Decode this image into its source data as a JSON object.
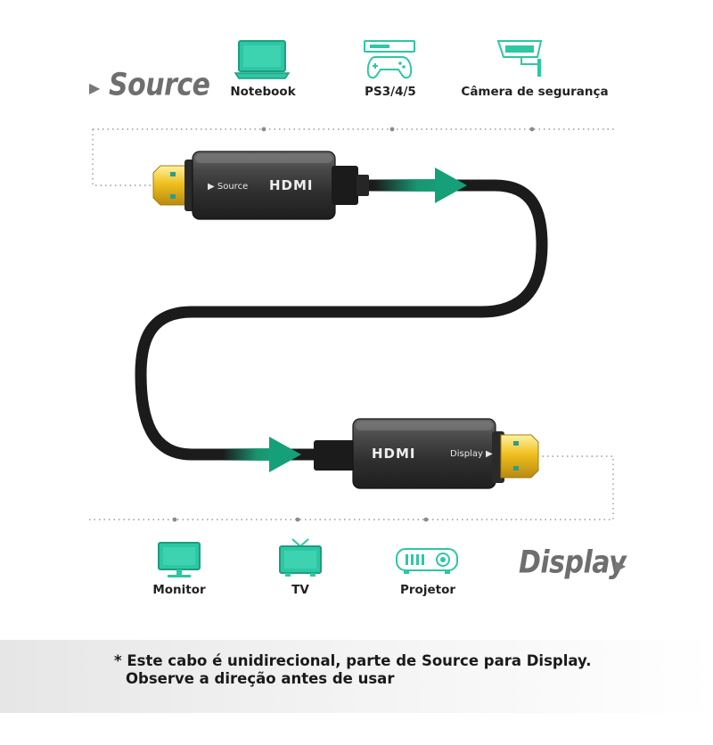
{
  "source": {
    "heading": "Source",
    "devices": [
      {
        "label": "Notebook",
        "icon": "laptop-icon"
      },
      {
        "label": "PS3/4/5",
        "icon": "game-console-icon"
      },
      {
        "label": "Câmera de segurança",
        "icon": "security-camera-icon"
      }
    ]
  },
  "display": {
    "heading": "Display",
    "devices": [
      {
        "label": "Monitor",
        "icon": "monitor-icon"
      },
      {
        "label": "TV",
        "icon": "tv-icon"
      },
      {
        "label": "Projetor",
        "icon": "projector-icon"
      }
    ]
  },
  "cable": {
    "top_connector": {
      "tag": "Source",
      "brand": "HDMI"
    },
    "bottom_connector": {
      "tag": "Display",
      "brand": "HDMI"
    }
  },
  "note": {
    "line1": "* Este cabo é unidirecional, parte de Source para Display.",
    "line2": "Observe a direção antes de usar"
  },
  "colors": {
    "icon_teal": "#2dc7a4",
    "arrow_green": "#1aa37a",
    "cable": "#1b1b1b",
    "gold": "#e0b020"
  }
}
